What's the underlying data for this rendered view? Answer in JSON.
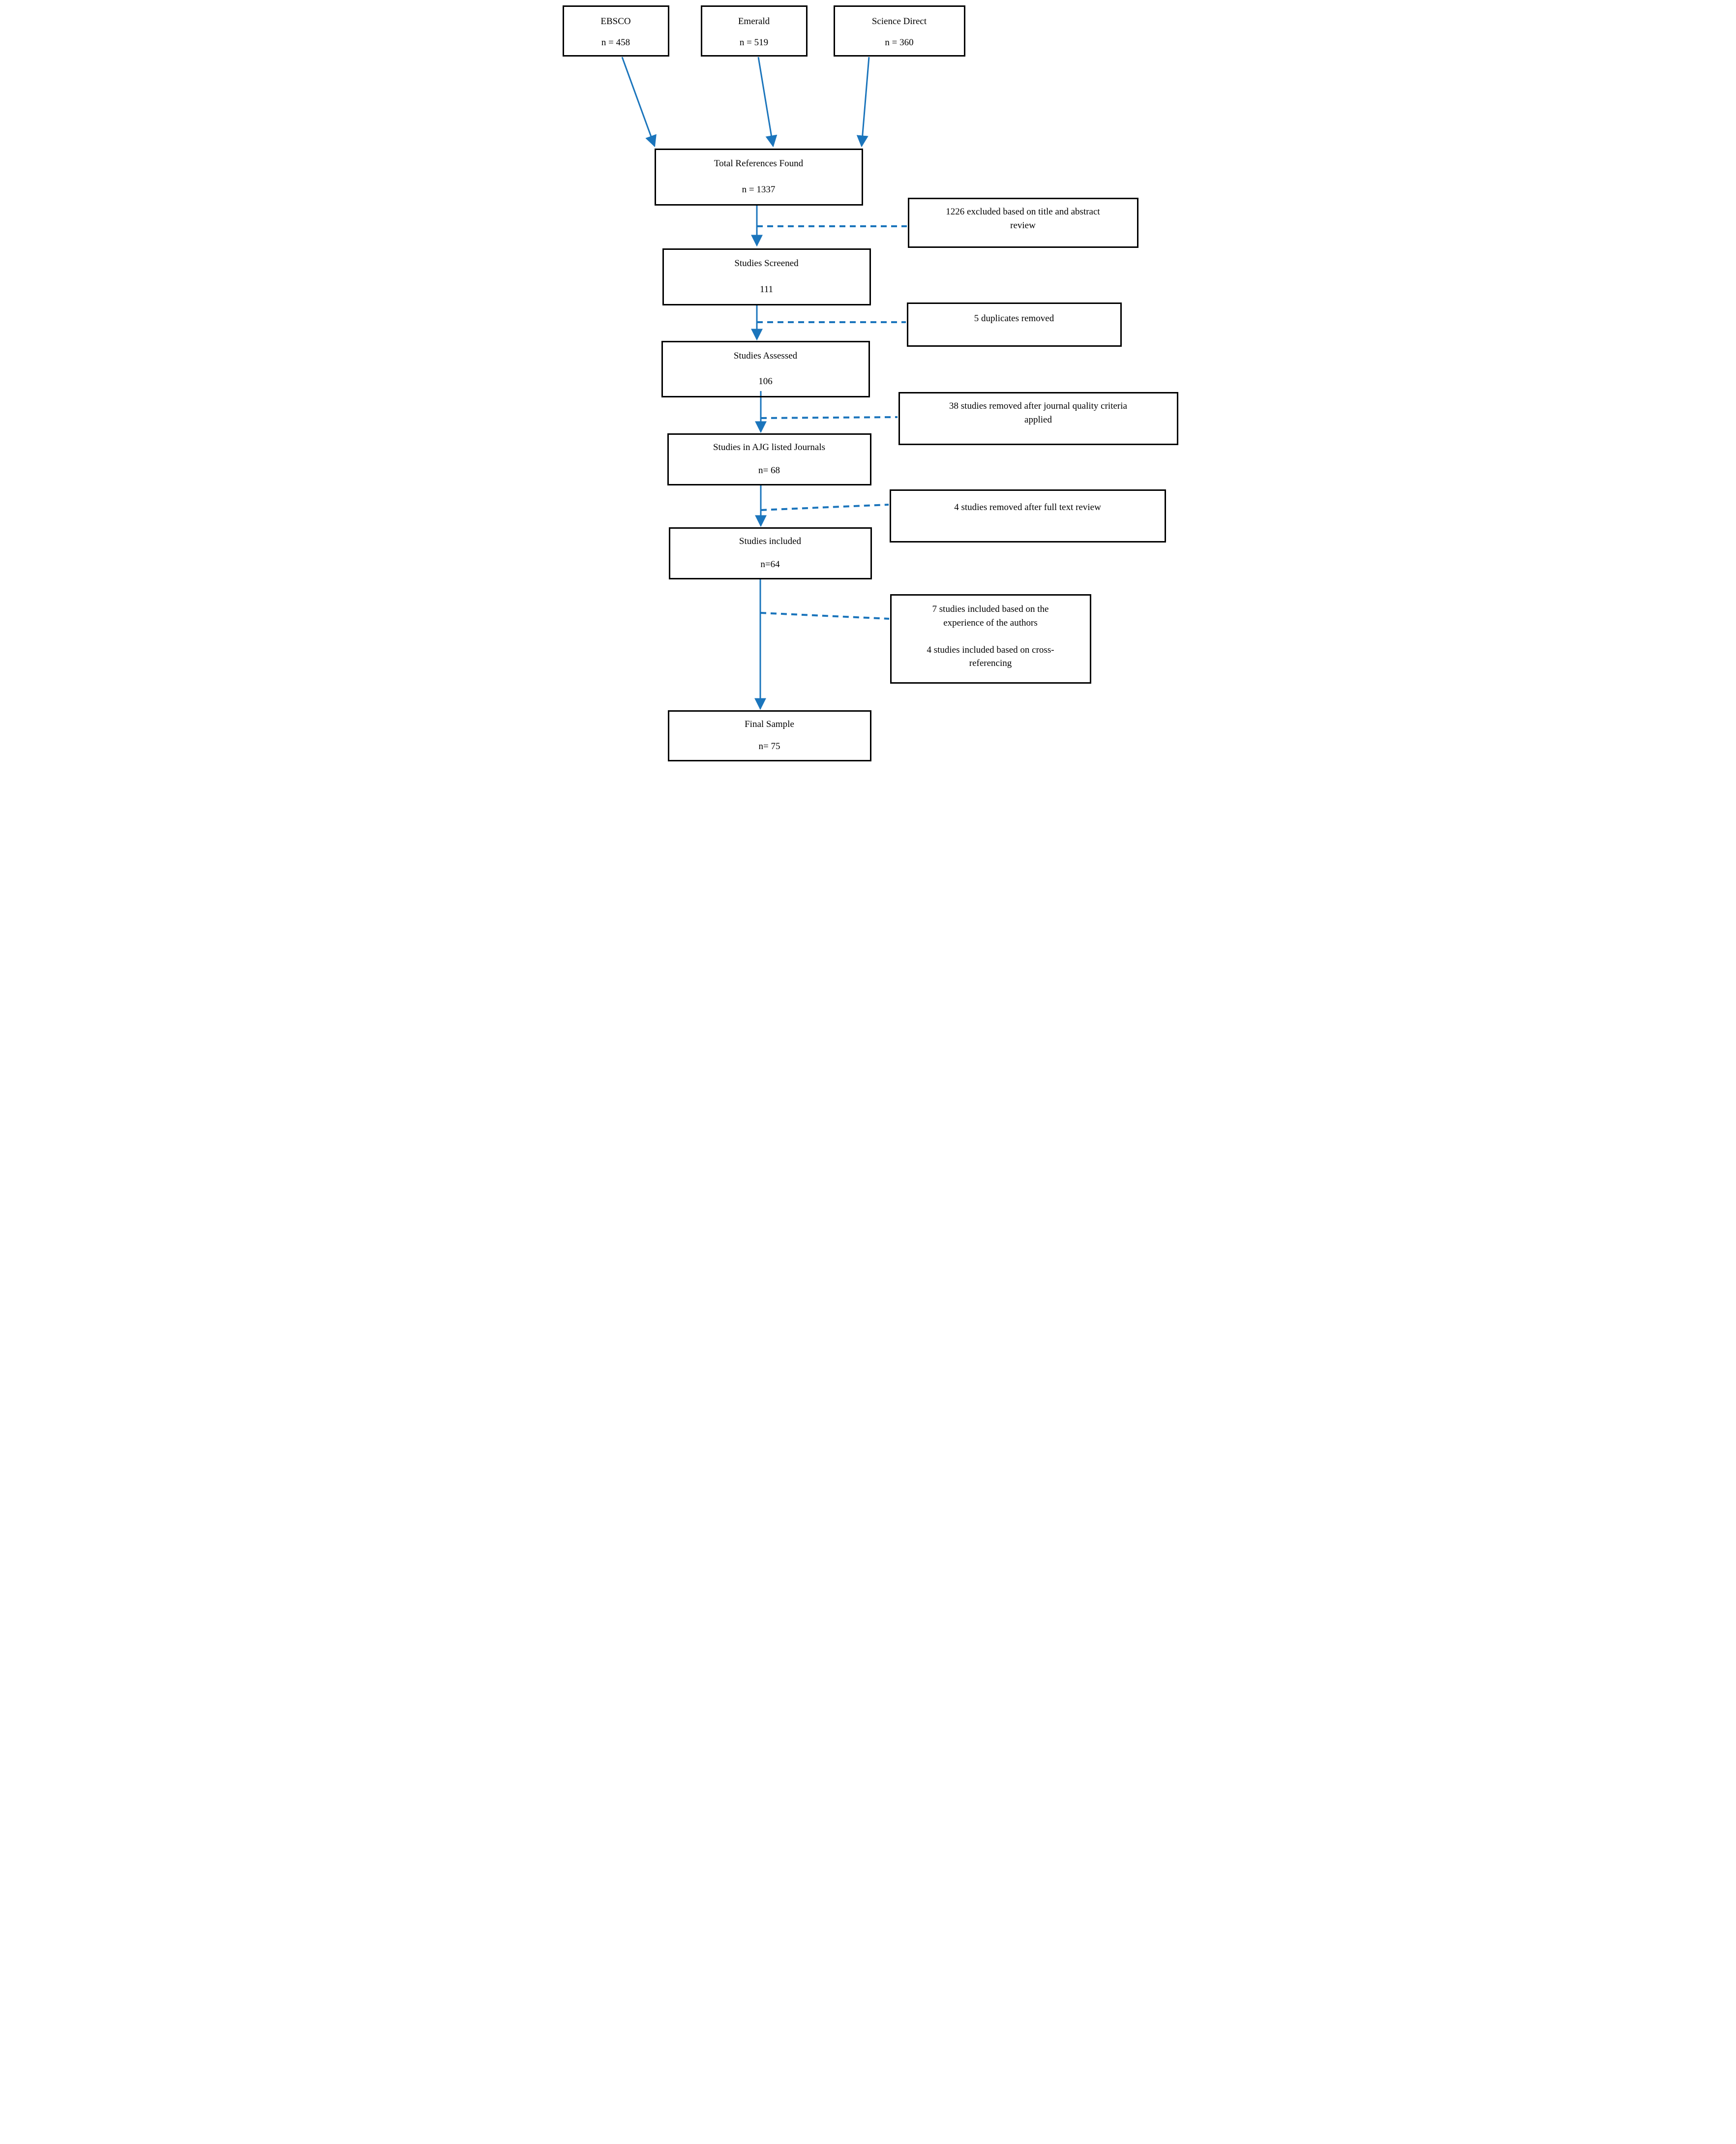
{
  "diagram": {
    "description": "Study selection flow diagram",
    "colors": {
      "arrow": "#1b75bc",
      "border": "#000000",
      "background": "#ffffff"
    },
    "sources": [
      {
        "label": "EBSCO",
        "count": "n = 458"
      },
      {
        "label": "Emerald",
        "count": "n = 519"
      },
      {
        "label": "Science Direct",
        "count": "n = 360"
      }
    ],
    "stages": [
      {
        "label": "Total References Found",
        "count": "n = 1337"
      },
      {
        "label": "Studies Screened",
        "count": "111"
      },
      {
        "label": "Studies Assessed",
        "count": "106"
      },
      {
        "label": "Studies in AJG listed Journals",
        "count": "n= 68"
      },
      {
        "label": "Studies included",
        "count": "n=64"
      },
      {
        "label": "Final Sample",
        "count": "n= 75"
      }
    ],
    "side_notes": [
      {
        "text": "1226 excluded based on title and abstract\nreview"
      },
      {
        "text": "5 duplicates removed"
      },
      {
        "text": "38 studies removed after journal quality criteria\napplied"
      },
      {
        "text": "4 studies removed after full text review"
      },
      {
        "text": "7 studies included based on the\nexperience of the authors\n\n4 studies included based on cross-\nreferencing"
      }
    ]
  }
}
